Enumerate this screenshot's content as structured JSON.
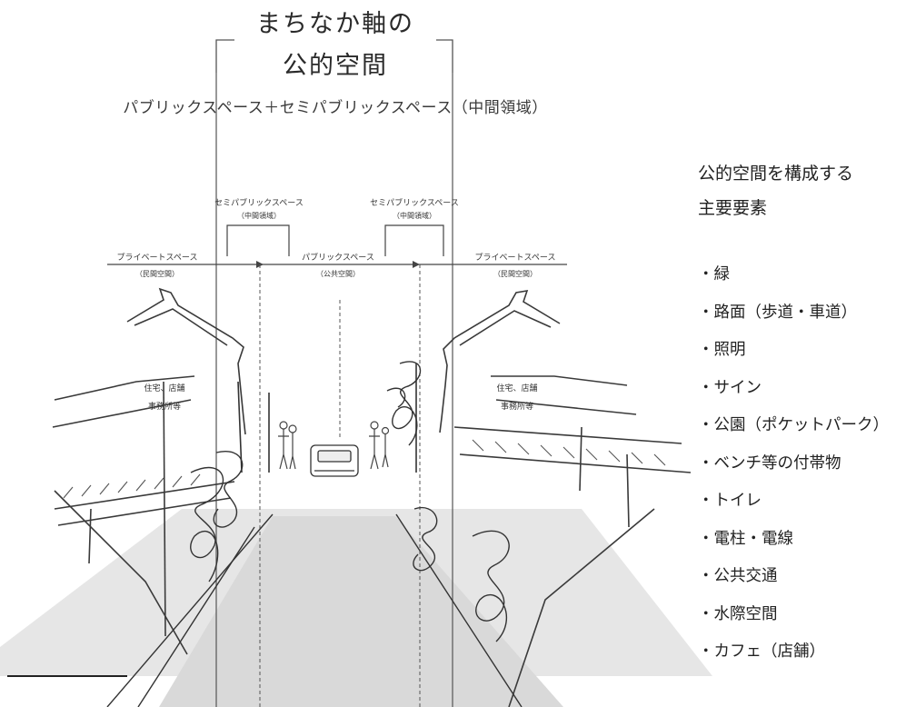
{
  "title": {
    "line1": "まちなか軸の",
    "line2": "公的空間",
    "subtitle": "パブリックスペース＋セミパブリックスペース（中間領域）"
  },
  "zones": {
    "semi_left": {
      "label": "セミパブリックスペース",
      "sub": "（中間領域）"
    },
    "semi_right": {
      "label": "セミパブリックスペース",
      "sub": "（中間領域）"
    },
    "private_left": {
      "label": "プライベートスペース",
      "sub": "（民間空間）"
    },
    "public_center": {
      "label": "パブリックスペース",
      "sub": "（公共空間）"
    },
    "private_right": {
      "label": "プライベートスペース",
      "sub": "（民間空間）"
    }
  },
  "buildings": {
    "left": {
      "line1": "住宅、店舗",
      "line2": "事務所等"
    },
    "right": {
      "line1": "住宅、店舗",
      "line2": "事務所等"
    }
  },
  "elements_panel": {
    "heading_line1": "公的空間を構成する",
    "heading_line2": "主要要素",
    "items": [
      "・緑",
      "・路面（歩道・車道）",
      "・照明",
      "・サイン",
      "・公園（ポケットパーク）",
      "・ベンチ等の付帯物",
      "・トイレ",
      "・電柱・電線",
      "・公共交通",
      "・水際空間",
      "・カフェ（店舗）"
    ]
  },
  "colors": {
    "road": "#e3e3e3",
    "sketch": "#3a3a3a",
    "text": "#222222"
  }
}
